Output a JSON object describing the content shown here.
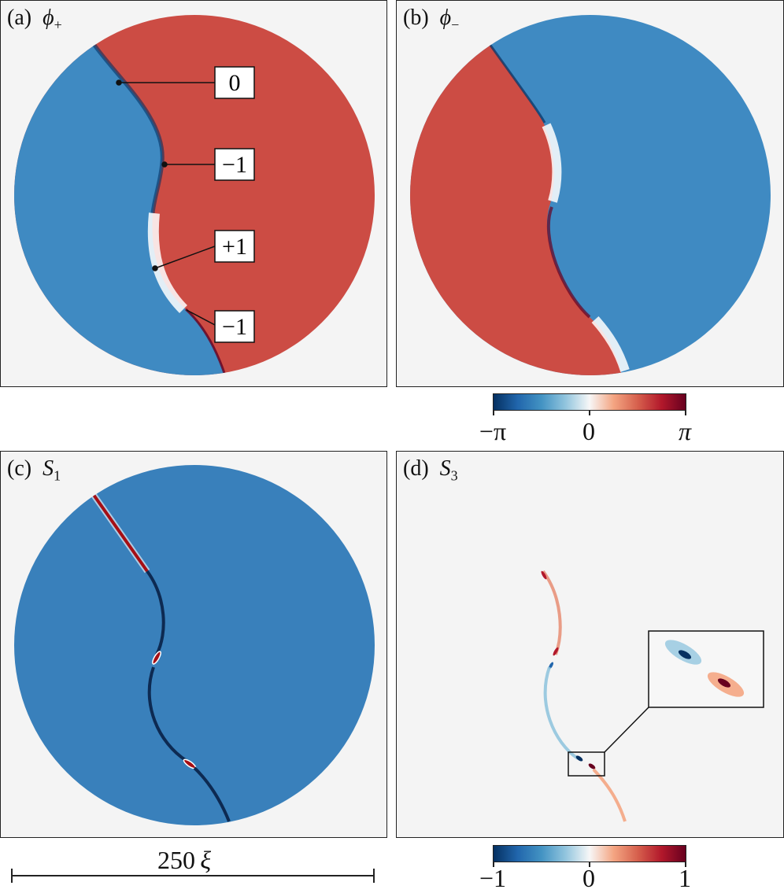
{
  "panels": {
    "a": {
      "tag": "(a)",
      "symbol": "ϕ",
      "sub": "+"
    },
    "b": {
      "tag": "(b)",
      "symbol": "ϕ",
      "sub": "−"
    },
    "c": {
      "tag": "(c)",
      "symbol": "S",
      "sub": "1"
    },
    "d": {
      "tag": "(d)",
      "symbol": "S",
      "sub": "3"
    }
  },
  "annotations_a": [
    "0",
    "−1",
    "+1",
    "−1"
  ],
  "colorbar_phase": {
    "ticks": [
      "−π",
      "0",
      "π"
    ]
  },
  "colorbar_spin": {
    "ticks": [
      "−1",
      "0",
      "1"
    ]
  },
  "scale": {
    "value": "250",
    "unit": "ξ"
  },
  "colors": {
    "red": "#cc4c44",
    "blue": "#3f8ac2",
    "dark_red": "#67001f",
    "dark_blue": "#053061",
    "bg": "#f4f4f4"
  }
}
